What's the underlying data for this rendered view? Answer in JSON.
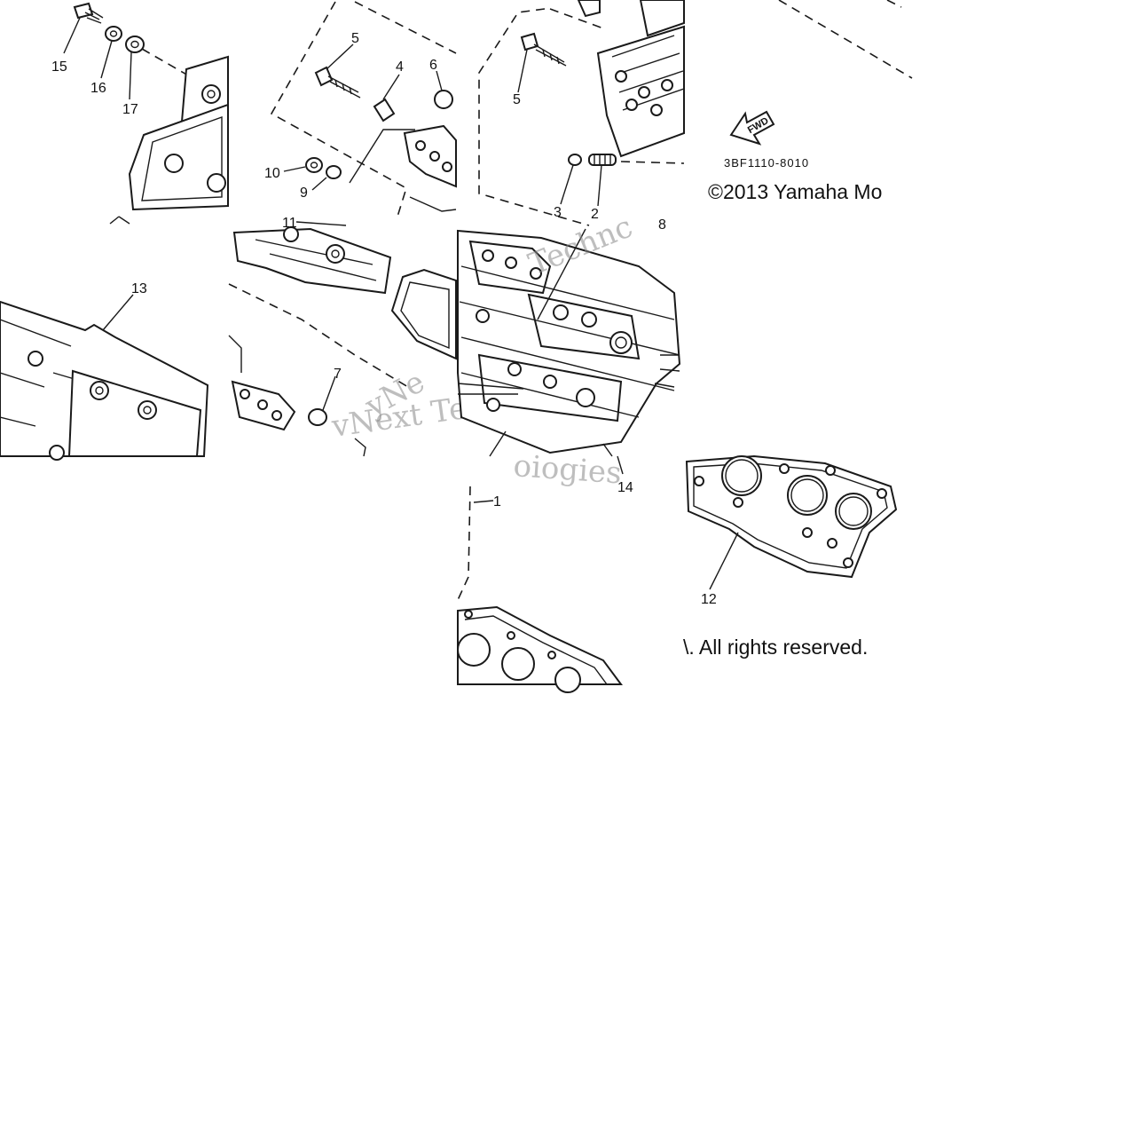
{
  "diagram": {
    "part_code": "3BF1110-8010",
    "copyright_line_1": "©2013 Yamaha Mo",
    "copyright_line_2": "\\. All rights reserved.",
    "direction_label": "FWD",
    "watermark": {
      "text_a": "vNext Tec",
      "text_b": "Technc",
      "text_c": "oiogies",
      "text_d": "yNe"
    },
    "callouts": {
      "c1": "1",
      "c2": "2",
      "c3": "3",
      "c4": "4",
      "c5a": "5",
      "c5b": "5",
      "c6": "6",
      "c7": "7",
      "c8": "8",
      "c9": "9",
      "c10": "10",
      "c11": "11",
      "c12": "12",
      "c13": "13",
      "c14": "14",
      "c15": "15",
      "c16": "16",
      "c17": "17"
    }
  }
}
